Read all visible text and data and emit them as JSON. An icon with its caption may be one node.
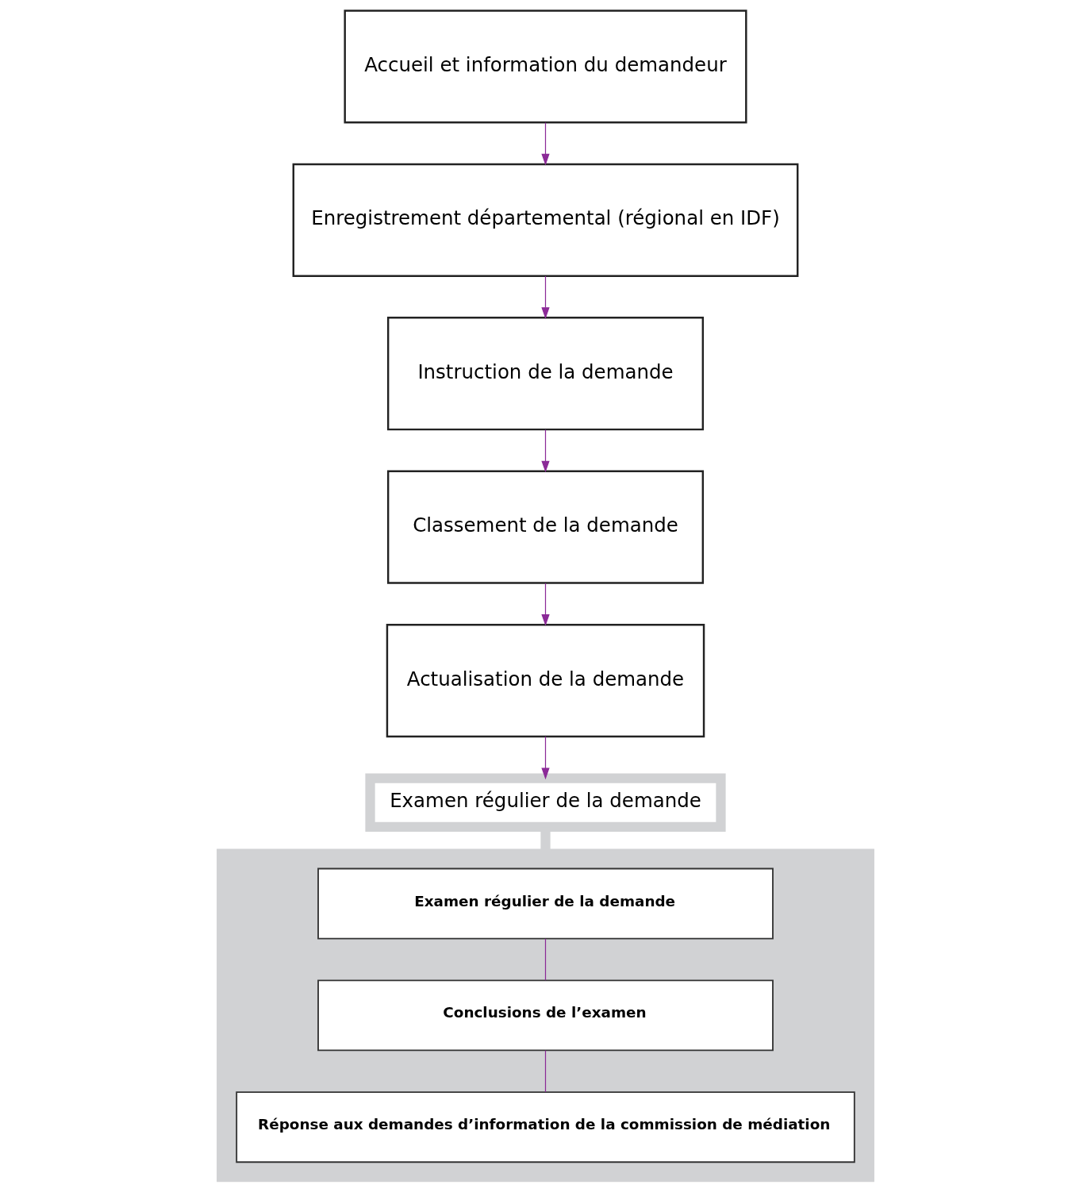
{
  "diagram": {
    "nodes": [
      {
        "text": [
          "Accueil et information du demandeur"
        ]
      },
      {
        "text": [
          "Enregistrement départemental (régional en IDF)"
        ]
      },
      {
        "text": [
          "Instruction de la demande"
        ]
      },
      {
        "text": [
          "Classement de la demande"
        ]
      },
      {
        "text": [
          "Actualisation de la demande"
        ]
      },
      {
        "text": [
          "Examen régulier de la demande"
        ]
      },
      {
        "text": [],
        "shape": "box"
      },
      {
        "text": [
          "Examen régulier de la demande"
        ],
        "in": 6
      },
      {
        "text": [
          "Conclusions de l’examen"
        ],
        "in": 6
      },
      {
        "text": [
          "Réponse aux demandes d’information de la commission de médiation"
        ],
        "in": 6
      }
    ],
    "edges": [
      {
        "from": 0,
        "to": 1,
        "arrow": "to"
      },
      {
        "from": 1,
        "to": 2,
        "arrow": "to"
      },
      {
        "from": 2,
        "to": 3,
        "arrow": "to"
      },
      {
        "from": 3,
        "to": 4,
        "arrow": "to"
      },
      {
        "from": 4,
        "to": 5,
        "arrow": "to"
      },
      {
        "from": 5,
        "to": 6,
        "arrow": "none",
        "style": "thick",
        "color": "#d1d2d4"
      },
      {
        "from": 7,
        "to": 8,
        "arrow": "none"
      },
      {
        "from": 8,
        "to": 9,
        "arrow": "none"
      }
    ]
  }
}
